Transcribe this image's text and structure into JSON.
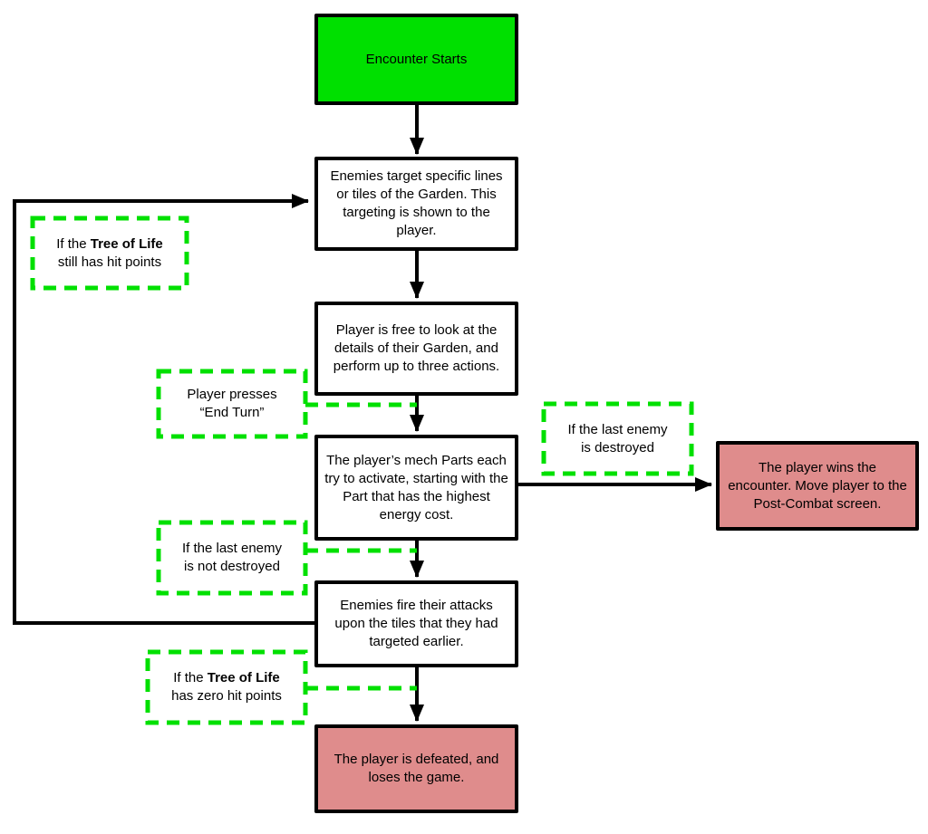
{
  "colors": {
    "start_fill": "#00e000",
    "outcome_fill": "#df8c8c",
    "condition_green": "#00e000",
    "line": "#000000",
    "node_fill": "#ffffff"
  },
  "nodes": {
    "start": {
      "label": "Encounter Starts"
    },
    "targeting": {
      "label": "Enemies target specific lines or tiles of the Garden. This targeting is shown to the player."
    },
    "actions": {
      "label": "Player is free to look at the details of their Garden, and perform up to three actions."
    },
    "parts": {
      "label": "The player’s mech Parts each try to activate, starting with the Part that has the highest energy cost."
    },
    "fire": {
      "label": "Enemies fire their attacks upon the tiles that they had targeted earlier."
    },
    "win": {
      "label": "The player wins the encounter. Move player to the Post-Combat screen."
    },
    "defeat": {
      "label": "The player is defeated, and loses the game."
    }
  },
  "conditions": {
    "tree_alive": {
      "line1_prefix": "If the ",
      "line1_bold": "Tree of Life",
      "line2": "still has hit points"
    },
    "end_turn": {
      "line1": "Player presses",
      "line2": "“End Turn”"
    },
    "enemy_destroyed": {
      "line1": "If the last enemy",
      "line2": "is destroyed"
    },
    "enemy_not_destroyed": {
      "line1": "If the last enemy",
      "line2": "is not destroyed"
    },
    "tree_zero": {
      "line1_prefix": "If the ",
      "line1_bold": "Tree of Life",
      "line2": "has zero hit points"
    }
  }
}
